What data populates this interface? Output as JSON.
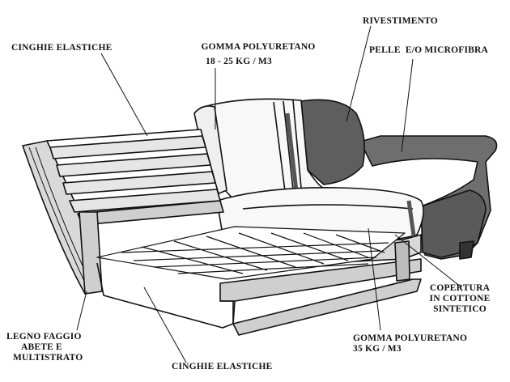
{
  "labels": {
    "cinghie_top": "CINGHIE ELASTICHE",
    "gomma_top_1": "GOMMA POLYURETANO",
    "gomma_top_2": "18 - 25 KG / M3",
    "rivestimento": "RIVESTIMENTO",
    "pelle": "PELLE  E/O MICROFIBRA",
    "copertura_1": "COPERTURA",
    "copertura_2": "IN COTTONE",
    "copertura_3": "SINTETICO",
    "gomma_bottom_1": "GOMMA POLYURETANO",
    "gomma_bottom_2": "35 KG / M3",
    "legno_1": "LEGNO FAGGIO",
    "legno_2": "ABETE E",
    "legno_3": "MULTISTRATO",
    "cinghie_bottom": "CINGHIE ELASTICHE"
  },
  "colors": {
    "ink": "#111111",
    "leather": "#6e6e6e",
    "leather_dark": "#4a4a4a",
    "wood": "#d9d9d9",
    "foam": "#f7f7f7"
  }
}
